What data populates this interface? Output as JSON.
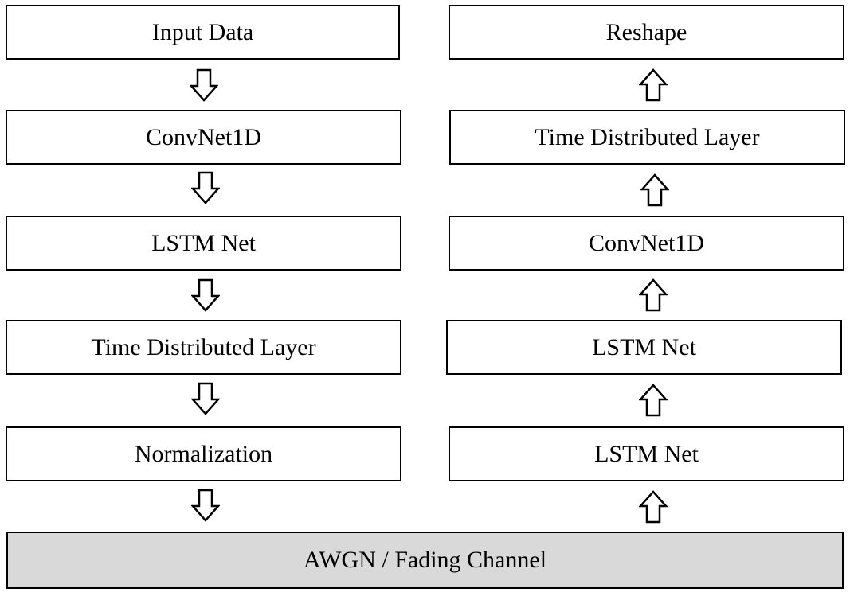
{
  "encoder": {
    "blocks": [
      {
        "label": "Input Data"
      },
      {
        "label": "ConvNet1D"
      },
      {
        "label": "LSTM Net"
      },
      {
        "label": "Time Distributed Layer"
      },
      {
        "label": "Normalization"
      }
    ]
  },
  "decoder": {
    "blocks": [
      {
        "label": "Reshape"
      },
      {
        "label": "Time Distributed Layer"
      },
      {
        "label": "ConvNet1D"
      },
      {
        "label": "LSTM Net"
      },
      {
        "label": "LSTM Net"
      }
    ]
  },
  "channel": {
    "label": "AWGN / Fading Channel"
  },
  "colors": {
    "box_border": "#000000",
    "box_fill": "#ffffff",
    "channel_fill": "#d9d9d9",
    "text": "#000000"
  },
  "icons": {
    "down": "hollow-down-arrow-icon",
    "up": "hollow-up-arrow-icon"
  }
}
